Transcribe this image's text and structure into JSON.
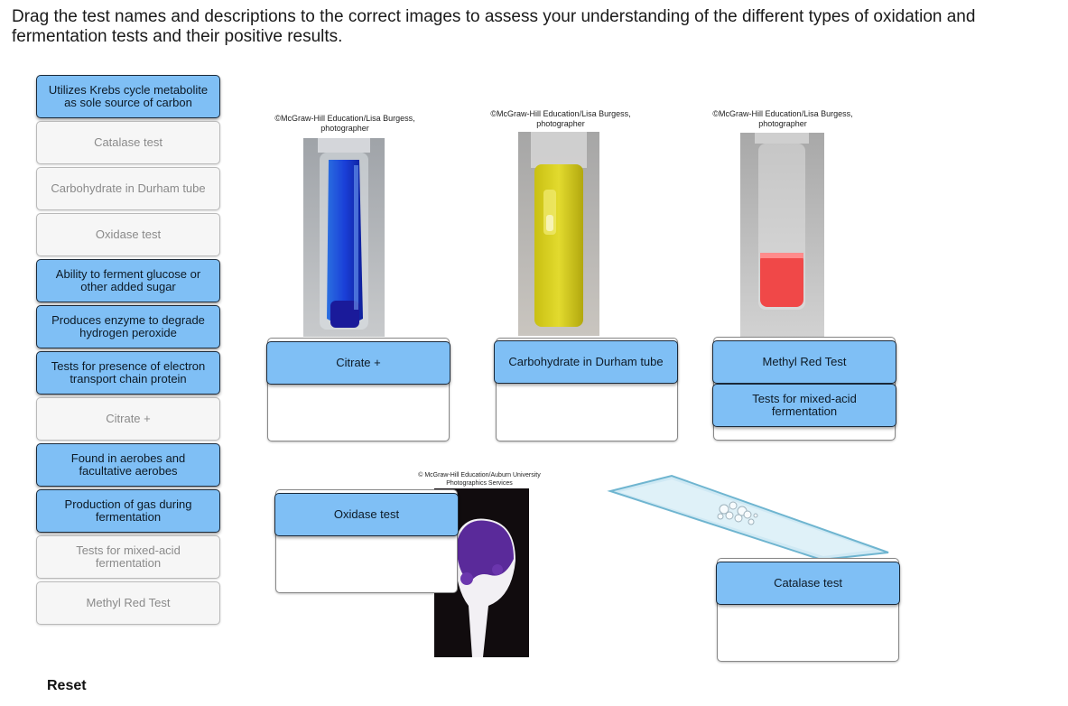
{
  "instructions": "Drag the test names and descriptions to the correct images to assess your understanding of the different types of oxidation and fermentation tests and their positive results.",
  "bank": [
    {
      "label": "Utilizes Krebs cycle metabolite as sole source of carbon",
      "state": "active"
    },
    {
      "label": "Catalase test",
      "state": "used"
    },
    {
      "label": "Carbohydrate in Durham tube",
      "state": "used"
    },
    {
      "label": "Oxidase test",
      "state": "used"
    },
    {
      "label": "Ability to ferment glucose or other added sugar",
      "state": "active"
    },
    {
      "label": "Produces enzyme to degrade hydrogen peroxide",
      "state": "active"
    },
    {
      "label": "Tests for presence of electron transport chain protein",
      "state": "active"
    },
    {
      "label": "Citrate +",
      "state": "used"
    },
    {
      "label": "Found in aerobes and facultative aerobes",
      "state": "active"
    },
    {
      "label": "Production of gas during fermentation",
      "state": "active"
    },
    {
      "label": "Tests for mixed-acid fermentation",
      "state": "used"
    },
    {
      "label": "Methyl Red Test",
      "state": "used"
    }
  ],
  "images": {
    "citrate": {
      "credit": "©McGraw-Hill Education/Lisa Burgess, photographer",
      "placed": [
        "Citrate +"
      ]
    },
    "durham": {
      "credit": "©McGraw-Hill Education/Lisa Burgess, photographer",
      "placed": [
        "Carbohydrate in Durham tube"
      ]
    },
    "methyl_red": {
      "credit": "©McGraw-Hill Education/Lisa Burgess, photographer",
      "placed": [
        "Methyl Red Test",
        "Tests for mixed-acid fermentation"
      ]
    },
    "oxidase": {
      "credit": "© McGraw-Hill Education/Auburn University Photographics Services",
      "placed": [
        "Oxidase test"
      ]
    },
    "catalase": {
      "placed": [
        "Catalase test"
      ]
    }
  },
  "reset_label": "Reset",
  "colors": {
    "active_card": "#7fbff5",
    "used_card": "#f6f6f6",
    "citrate_blue": "#1f3fd0",
    "durham_yellow": "#d9d21a",
    "methyl_red": "#f04848",
    "oxidase_purple": "#5a2a9a"
  }
}
